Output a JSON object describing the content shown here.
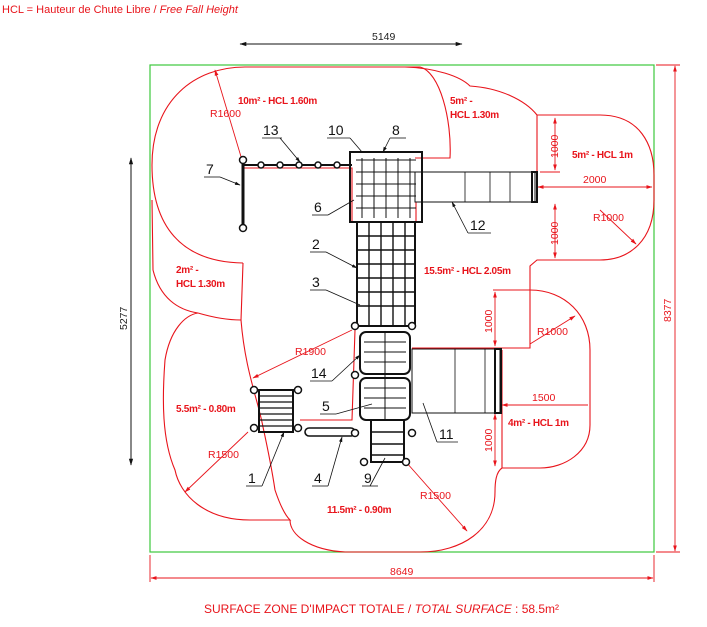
{
  "header": {
    "legend_fr": "HCL = Hauteur de Chute Libre / ",
    "legend_en": "Free Fall Height"
  },
  "dimensions": {
    "top": "5149",
    "left": "5277",
    "right": "8377",
    "bottom": "8649",
    "bridge_width": "2000",
    "slide_width": "1500",
    "offset_1000": "1000"
  },
  "radii": {
    "r1600": "R1600",
    "r1000_top": "R1000",
    "r1000_mid": "R1000",
    "r1900": "R1900",
    "r1500_left": "R1500",
    "r1500_bottom": "R1500"
  },
  "zones": {
    "z1": "10m² - HCL 1.60m",
    "z2a": "5m² -",
    "z2b": "HCL 1.30m",
    "z3": "5m² - HCL 1m",
    "z4a": "2m² -",
    "z4b": "HCL 1.30m",
    "z5": "15.5m² - HCL 2.05m",
    "z6": "5.5m² - 0.80m",
    "z7": "4m² - HCL 1m",
    "z8": "11.5m² - 0.90m"
  },
  "callouts": [
    "1",
    "2",
    "3",
    "4",
    "5",
    "6",
    "7",
    "8",
    "9",
    "10",
    "11",
    "12",
    "13",
    "14"
  ],
  "footer": {
    "fr": "SURFACE ZONE D'IMPACT TOTALE / ",
    "en": "TOTAL SURFACE",
    "value": " : 58.5m²"
  },
  "colors": {
    "zone": "#e8141b",
    "boundary": "#3cc83c",
    "structure": "#111111"
  }
}
